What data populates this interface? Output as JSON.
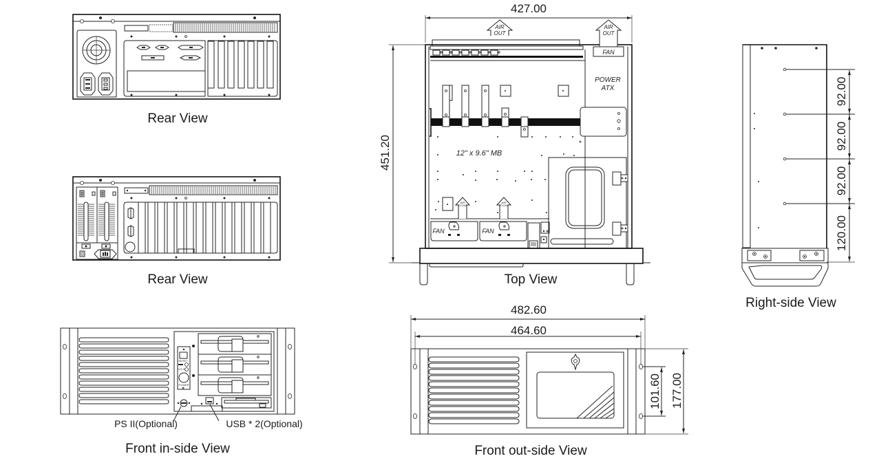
{
  "views": {
    "rear_view_1": {
      "caption": "Rear View"
    },
    "rear_view_2": {
      "caption": "Rear View"
    },
    "front_inside_view": {
      "caption": "Front in-side View",
      "callouts": [
        "PS II(Optional)",
        "USB * 2(Optional)"
      ],
      "panel_labels": {
        "reset": "RESET",
        "hdd": "H.D.D.",
        "power": "POWER"
      }
    },
    "top_view": {
      "caption": "Top View",
      "width_dim": "427.00",
      "depth_dim": "451.20",
      "labels": {
        "air_out_1_a": "AIR",
        "air_out_1_b": "OUT",
        "air_out_2_a": "AIR",
        "air_out_2_b": "OUT",
        "fan_top": "FAN",
        "power_a": "POWER",
        "power_b": "ATX",
        "motherboard": "12\" x 9.6\" MB",
        "air_flow_1_a": "AIR",
        "air_flow_1_b": "FLOW",
        "air_flow_2_a": "AIR",
        "air_flow_2_b": "FLOW",
        "fan_left": "FAN",
        "fan_right": "FAN"
      }
    },
    "front_outside_view": {
      "caption": "Front out-side View",
      "overall_width_dim": "482.60",
      "hole_spacing_dim": "464.60",
      "hole_vertical_dim": "101.60",
      "height_dim": "177.00"
    },
    "right_side_view": {
      "caption": "Right-side View",
      "dims": [
        "92.00",
        "92.00",
        "92.00",
        "120.00"
      ]
    }
  },
  "colors": {
    "line": "#222222",
    "background": "#ffffff"
  }
}
